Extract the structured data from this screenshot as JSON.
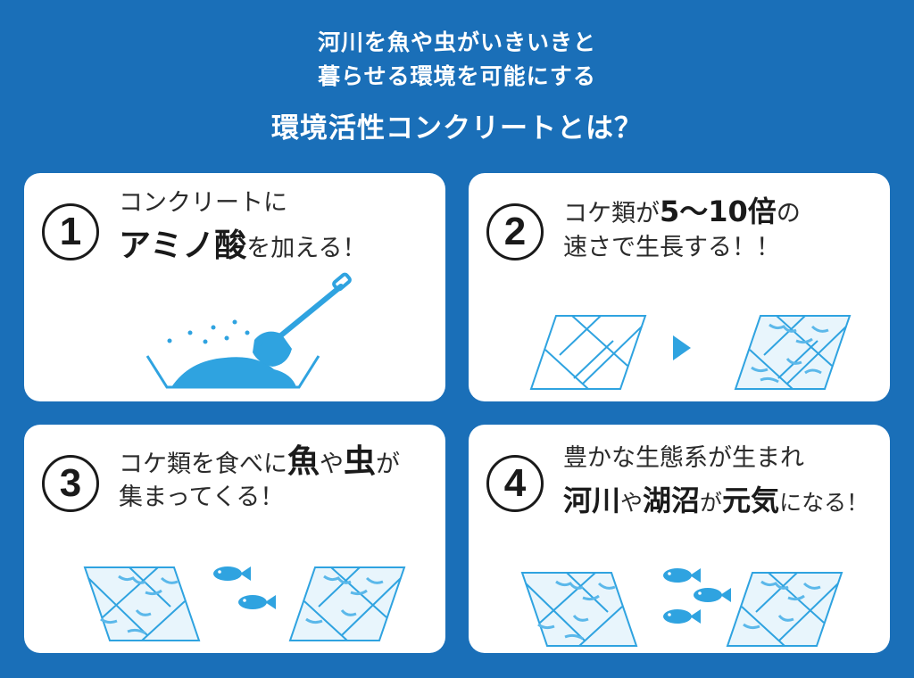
{
  "header": {
    "line1": "河川を魚や虫がいきいきと",
    "line2": "暮らせる環境を可能にする",
    "title": "環境活性コンクリートとは？"
  },
  "cards": [
    {
      "number": "1",
      "line1": "コンクリートに",
      "line2_bold": "アミノ酸",
      "line2_rest": "を加える！"
    },
    {
      "number": "2",
      "line1_a": "コケ類が",
      "line1_bold": "5〜10倍",
      "line1_b": "の",
      "line2": "速さで生長する！！"
    },
    {
      "number": "3",
      "line1_a": "コケ類を食べに",
      "line1_bold1": "魚",
      "line1_b": "や",
      "line1_bold2": "虫",
      "line1_c": "が",
      "line2": "集まってくる！"
    },
    {
      "number": "4",
      "line1": "豊かな生態系が生まれ",
      "line2_bold1": "河川",
      "line2_a": "や",
      "line2_bold2": "湖沼",
      "line2_b": "が",
      "line2_bold3": "元気",
      "line2_c": "になる！"
    }
  ],
  "colors": {
    "background": "#1a6fb8",
    "accent": "#2fa3e0",
    "card": "#ffffff",
    "text": "#1a1a1a"
  }
}
